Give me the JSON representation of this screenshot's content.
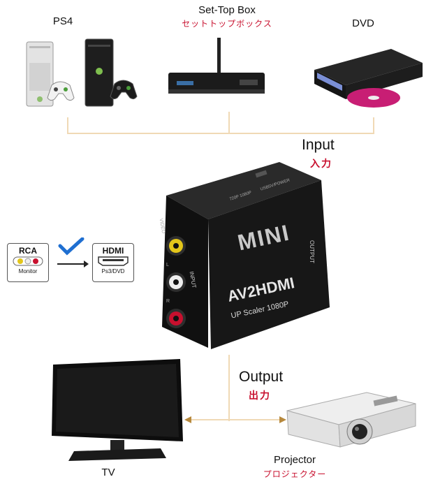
{
  "sources": {
    "ps4_label": "PS4",
    "stb_label": "Set-Top Box",
    "stb_label_jp": "セットトップボックス",
    "dvd_label": "DVD"
  },
  "input": {
    "label": "Input",
    "label_jp": "入力"
  },
  "output": {
    "label": "Output",
    "label_jp": "出力"
  },
  "converter": {
    "brand": "MINI",
    "model": "AV2HDMI",
    "subtitle": "UP Scaler 1080P",
    "port_input": "INPUT",
    "port_output": "OUTPUT",
    "port_video": "VIDEO",
    "port_l": "L",
    "port_r": "R",
    "port_usb": "USB5V/POWER",
    "switch": "720P 1080P"
  },
  "conversion": {
    "rca_title": "RCA",
    "rca_sub": "Monitor",
    "hdmi_title": "HDMI",
    "hdmi_sub": "Ps3/DVD"
  },
  "devices": {
    "tv_label": "TV",
    "projector_label": "Projector",
    "projector_label_jp": "プロジェクター"
  },
  "colors": {
    "accent_red": "#c8102e",
    "line": "#f0d9b5",
    "check_blue": "#1f6fd1",
    "device_black": "#141414"
  }
}
